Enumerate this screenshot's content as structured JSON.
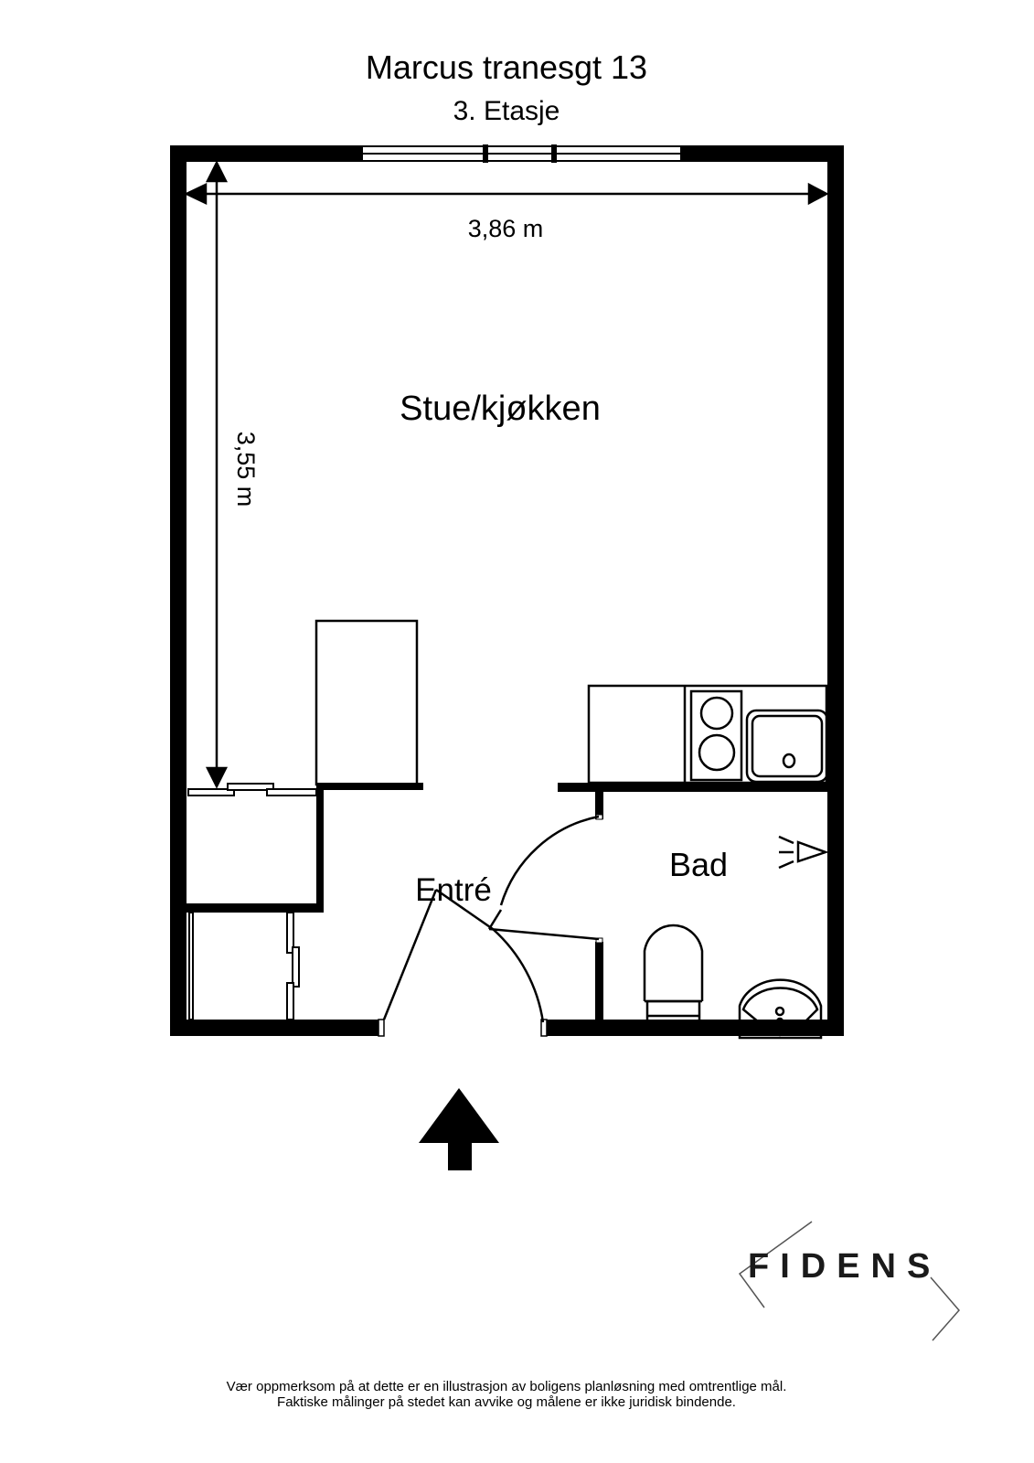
{
  "header": {
    "address": "Marcus tranesgt 13",
    "floor": "3. Etasje"
  },
  "dimensions": {
    "width": "3,86 m",
    "depth": "3,55 m"
  },
  "rooms": [
    {
      "id": "living_kitchen",
      "label": "Stue/kjøkken"
    },
    {
      "id": "entrance",
      "label": "Entré"
    },
    {
      "id": "bathroom",
      "label": "Bad"
    }
  ],
  "fixtures": [
    "window-top",
    "refrigerator",
    "kitchen-counter",
    "stove-two-burners",
    "kitchen-sink",
    "wardrobe-upper",
    "wardrobe-lower",
    "entrance-door",
    "bathroom-door",
    "toilet",
    "bathroom-sink",
    "shower-head"
  ],
  "entrance_arrow": "up-arrow-icon",
  "brand": {
    "name": "FIDENS"
  },
  "disclaimer": {
    "line1": "Vær oppmerksom på at dette er en illustrasjon av boligens planløsning med omtrentlige mål.",
    "line2": "Faktiske målinger på stedet kan avvike og målene er ikke juridisk bindende."
  },
  "colors": {
    "wall": "#000000",
    "background": "#ffffff",
    "logo_text": "#1a1a1a",
    "logo_lines": "#555555"
  }
}
